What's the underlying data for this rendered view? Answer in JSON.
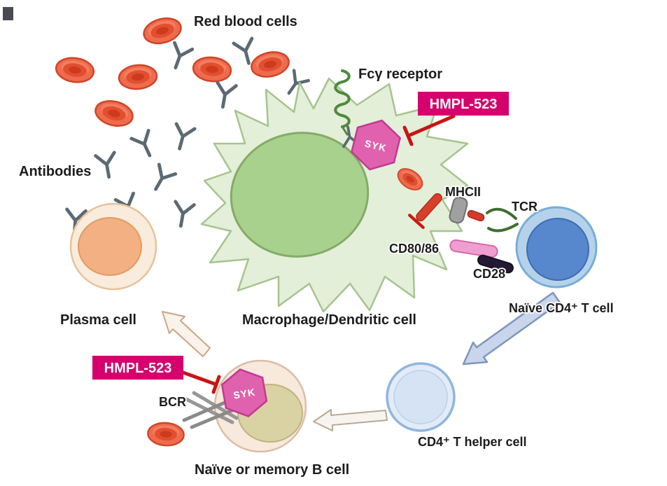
{
  "diagram": {
    "labels": {
      "red_blood_cells": "Red blood cells",
      "fcy_receptor": "Fcγ receptor",
      "antibodies": "Antibodies",
      "mhcii": "MHCII",
      "tcr": "TCR",
      "cd80_86": "CD80/86",
      "cd28": "CD28",
      "naive_cd4_t_cell": "Naïve CD4⁺ T cell",
      "plasma_cell": "Plasma cell",
      "macrophage": "Macrophage/Dendritic cell",
      "bcr": "BCR",
      "cd4_t_helper_cell": "CD4⁺ T helper cell",
      "naive_or_memory_b_cell": "Naïve or memory B cell"
    },
    "badges": {
      "hmpl_top": "HMPL-523",
      "hmpl_bottom": "HMPL-523"
    },
    "molecules": {
      "syk_top": "SYK",
      "syk_bottom": "SYK"
    },
    "colors": {
      "badge": "#d5006d",
      "syk": "#e062ae",
      "syk_edge": "#c03a92",
      "inhibition": "#c91414",
      "macrophage_body": "#e3efd9",
      "macrophage_nucleus": "#a9d18e",
      "rbc": "#ef6b4d",
      "t_cell_nucleus": "#5787cd",
      "antibody": "#5b6a73"
    }
  }
}
